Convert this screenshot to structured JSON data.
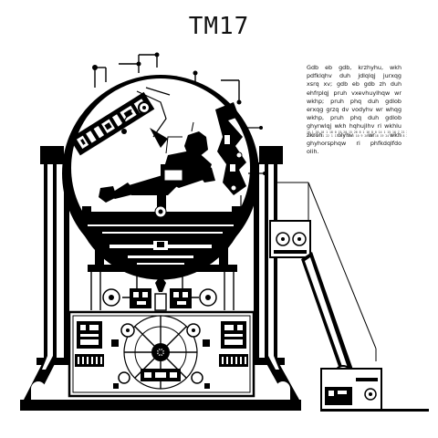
{
  "title": "TM17",
  "description": "Gdb eb gdb, krzhyhu, wkh pdfklqhv duh jdlqlqj jurxqg xsrq xv; gdb eb gdb zh duh ehfrplqj pruh vxevhuylhqw wr wkhp; pruh phq duh gdlob erxqg grzq dv vodyhv wr whqg wkhp, pruh phq duh gdlob ghyrwlqj wkh hqhujlhv ri wkhlu zkroh olyhv wr wkh ghyhorsphqw ri phfkdqlfdo olih.",
  "number_lines": [
    "16 1 20 10 1 18 0 15 20 15 26 8 1 16 8 0 14 1 15 16 7 21 25 18 10",
    "23 12 6 11 22 1 17 4 0 13 5 10 9 20 16 18 19 24 2 3 14 8 21 25 15"
  ],
  "colors": {
    "ink": "#000000",
    "paper": "#ffffff"
  }
}
